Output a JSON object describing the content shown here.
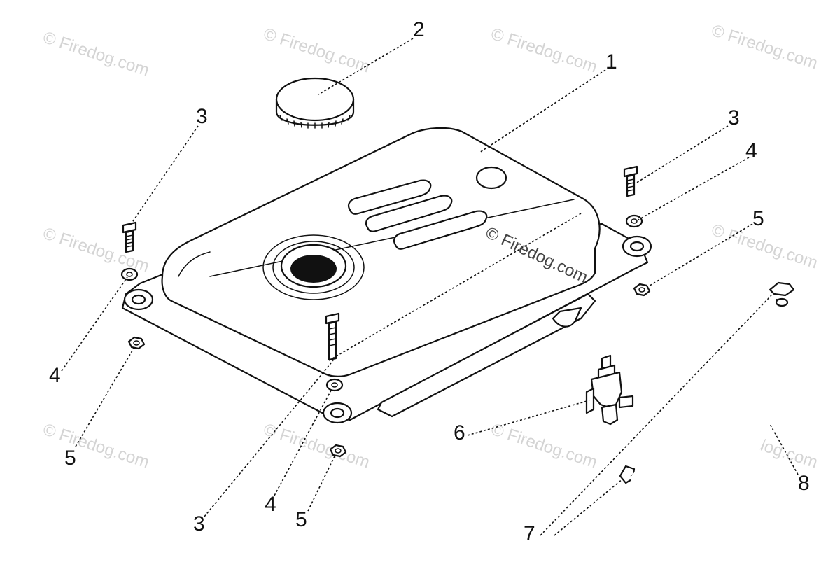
{
  "watermark": "© Firedog.com",
  "callouts": {
    "c1": "1",
    "c2": "2",
    "c3a": "3",
    "c3b": "3",
    "c3c": "3",
    "c4a": "4",
    "c4b": "4",
    "c4c": "4",
    "c5a": "5",
    "c5b": "5",
    "c5c": "5",
    "c6": "6",
    "c7": "7",
    "c8": "8"
  }
}
